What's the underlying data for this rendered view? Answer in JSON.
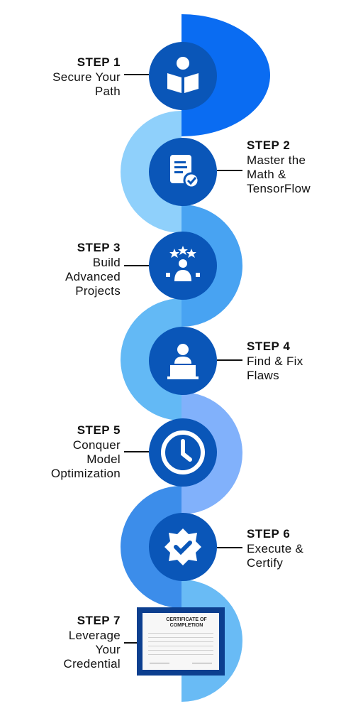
{
  "steps": [
    {
      "label": "STEP 1",
      "text": [
        "Secure Your",
        "Path"
      ],
      "icon": "book-reader-icon"
    },
    {
      "label": "STEP 2",
      "text": [
        "Master the",
        "Math &",
        "TensorFlow"
      ],
      "icon": "document-check-icon"
    },
    {
      "label": "STEP 3",
      "text": [
        "Build",
        "Advanced",
        "Projects"
      ],
      "icon": "team-gear-stars-icon"
    },
    {
      "label": "STEP 4",
      "text": [
        "Find & Fix",
        "Flaws"
      ],
      "icon": "presenter-podium-icon"
    },
    {
      "label": "STEP 5",
      "text": [
        "Conquer",
        "Model",
        "Optimization"
      ],
      "icon": "clock-icon"
    },
    {
      "label": "STEP 6",
      "text": [
        "Execute &",
        "Certify"
      ],
      "icon": "badge-check-icon"
    },
    {
      "label": "STEP 7",
      "text": [
        "Leverage",
        "Your",
        "Credential"
      ],
      "icon": "certificate-image"
    }
  ],
  "certificate": {
    "title": "CERTIFICATE OF COMPLETION"
  },
  "colors": {
    "badge": "#0a56b8",
    "segment_1": "#0a6cf2",
    "segment_2": "#8fd0fb",
    "segment_3": "#48a3f2",
    "segment_4": "#63b9f5",
    "segment_5": "#81b1fb",
    "segment_6": "#3c8dea",
    "segment_7": "#69bbf5"
  }
}
